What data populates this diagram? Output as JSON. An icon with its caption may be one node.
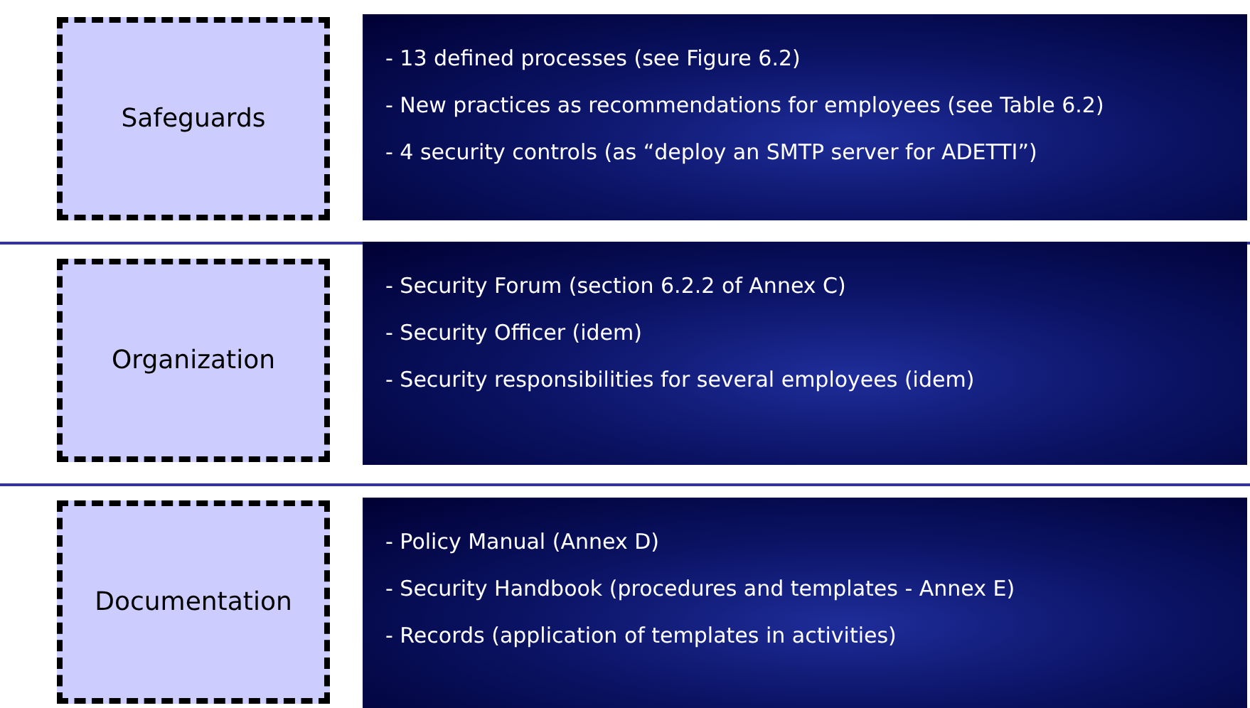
{
  "diagram": {
    "nodes": [
      {
        "text": [
          "Safeguards"
        ]
      },
      {
        "text": [
          "- 13 defined processes (see Figure 6.2)",
          "- New practices as recommendations for employees (see Table 6.2)",
          "- 4 security controls (as “deploy an SMTP server for ADETTI”)"
        ]
      },
      {
        "text": [
          "Organization"
        ]
      },
      {
        "text": [
          "- Security Forum (section 6.2.2 of Annex C)",
          "- Security Officer (idem)",
          "- Security responsibilities for several employees (idem)"
        ]
      },
      {
        "text": [
          "Documentation"
        ]
      },
      {
        "text": [
          "- Policy Manual (Annex D)",
          "- Security Handbook (procedures and templates - Annex E)",
          "- Records (application of templates in activities)"
        ]
      }
    ]
  }
}
